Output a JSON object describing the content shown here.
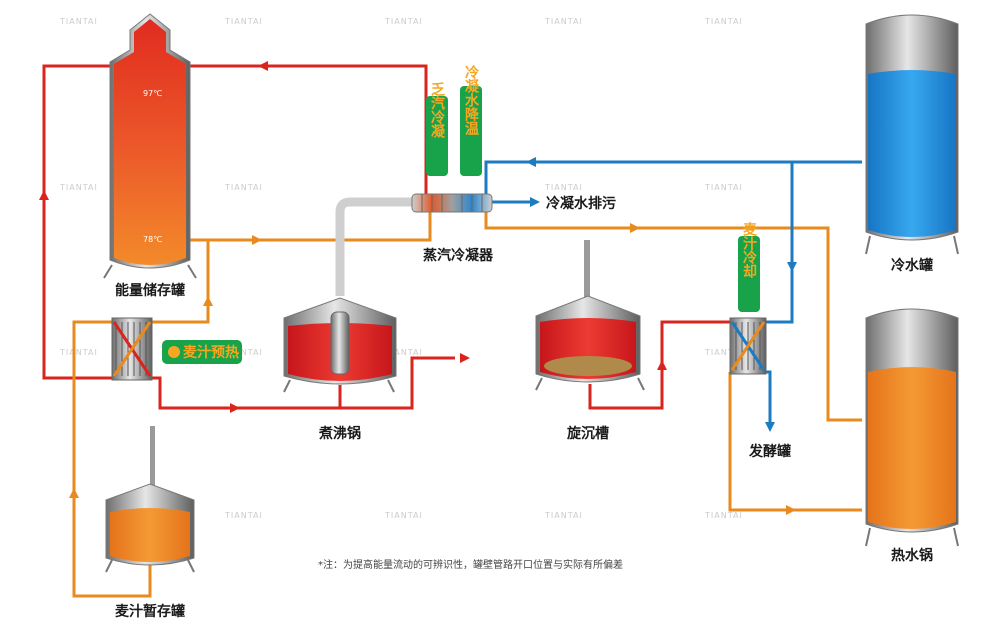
{
  "tanks": {
    "energy_storage": {
      "label": "能量储存罐",
      "temp_top": "97℃",
      "temp_bottom": "78℃"
    },
    "boil_kettle": {
      "label": "煮沸锅"
    },
    "whirlpool": {
      "label": "旋沉槽"
    },
    "cold_water": {
      "label": "冷水罐"
    },
    "hot_water": {
      "label": "热水锅"
    },
    "wort_buffer": {
      "label": "麦汁暂存罐"
    },
    "fermenter": {
      "label": "发酵罐"
    }
  },
  "condenser": {
    "label": "蒸汽冷凝器"
  },
  "tags": {
    "steam_condense": "乏汽冷凝",
    "condensate_cooling": "冷凝水降温",
    "wort_cooling": "麦汁冷却",
    "wort_preheat": "麦汁预热"
  },
  "labels": {
    "condensate_drain": "冷凝水排污"
  },
  "note": "*注：为提高能量流动的可辨识性，罐壁管路开口位置与实际有所偏差",
  "watermark": "TIANTAI",
  "colors": {
    "hot_pipe": "#d9251d",
    "warm_pipe": "#e88a1e",
    "cold_pipe": "#1d7bc0",
    "tag_green": "#18a34a",
    "tag_text": "#f5a623"
  }
}
